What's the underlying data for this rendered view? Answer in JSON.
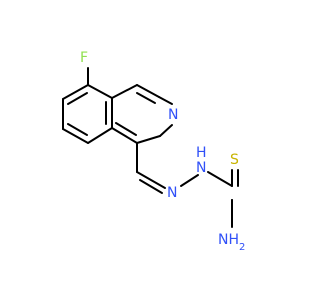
{
  "molecule": {
    "atoms": {
      "fluorine": "F",
      "ring_nitrogen": "N",
      "imine_nitrogen": "N",
      "hydrazine_nitrogen": "N",
      "hydrazine_hydrogen": "H",
      "thione_sulfur": "S",
      "amide_amine": "NH2"
    }
  },
  "colors": {
    "bond": "#000000",
    "carbon_bond": "#000000",
    "fluorine": "#90E050",
    "nitrogen": "#3050F8",
    "sulfur": "#C8B400",
    "amine_text": "#3050F8"
  }
}
